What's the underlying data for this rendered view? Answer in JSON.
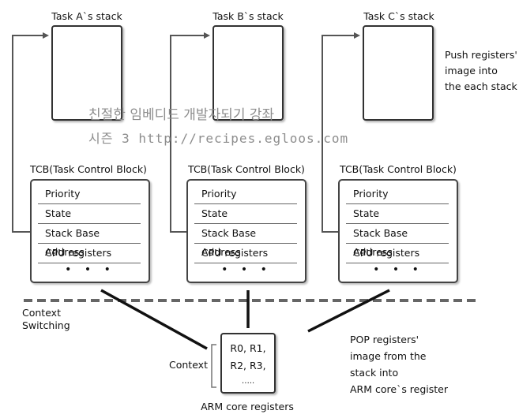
{
  "stacks": [
    {
      "title": "Task A`s stack"
    },
    {
      "title": "Task B`s stack"
    },
    {
      "title": "Task C`s stack"
    }
  ],
  "push_note": [
    "Push registers'",
    "image into",
    "the each stack"
  ],
  "watermark": [
    "친절한 임베디드 개발자되기 강좌",
    "시즌 3 http://recipes.egloos.com"
  ],
  "tcbs": [
    {
      "title": "TCB(Task Control Block)"
    },
    {
      "title": "TCB(Task Control Block)"
    },
    {
      "title": "TCB(Task Control Block)"
    }
  ],
  "tcb_fields": [
    "Priority",
    "State",
    "Stack Base Address",
    "CPU registers"
  ],
  "tcb_more": "• • •",
  "context_switching": [
    "Context",
    "Switching"
  ],
  "pop_note": [
    "POP registers'",
    "image from the",
    "stack into",
    "ARM core`s register"
  ],
  "context_label": "Context",
  "registers": [
    "R0, R1,",
    "R2, R3,",
    "….."
  ],
  "core_label": "ARM core registers"
}
